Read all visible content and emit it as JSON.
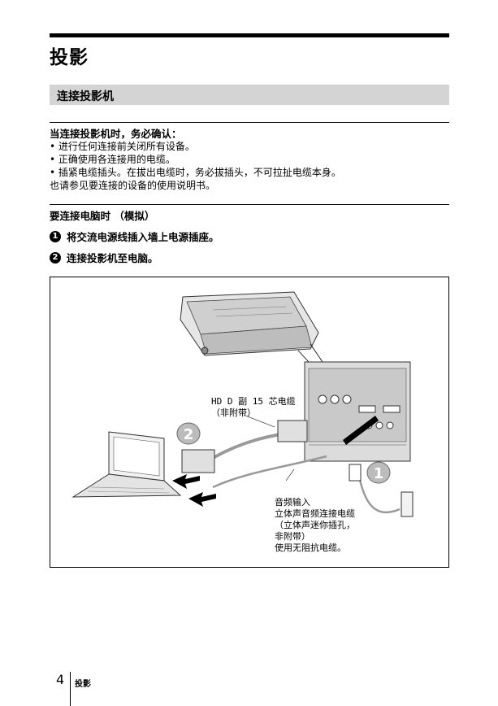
{
  "page": {
    "title": "投影",
    "section": "连接投影机",
    "confirm_heading": "当连接投影机时，务必确认：",
    "bullets": [
      "进行任何连接前关闭所有设备。",
      "正确使用各连接用的电缆。",
      "插紧电缆插头。在拔出电缆时，务必拔插头，不可拉扯电缆本身。"
    ],
    "bullet_marker": "•",
    "note": "也请参见要连接的设备的使用说明书。",
    "computer_heading": "要连接电脑时 （模拟）",
    "steps": [
      {
        "num": "1",
        "text": "将交流电源线插入墙上电源插座。"
      },
      {
        "num": "2",
        "text": "连接投影机至电脑。"
      }
    ]
  },
  "figure": {
    "hd_cable_label": [
      "HD D 副 15 芯电缆",
      "（非附带）"
    ],
    "audio_label": [
      "音频输入",
      "立体声音频连接电缆",
      "（立体声迷你插孔，",
      "非附带）",
      "使用无阻抗电缆。"
    ],
    "callout_1": "1",
    "callout_2": "2"
  },
  "footer": {
    "page_number": "4",
    "label": "投影"
  }
}
